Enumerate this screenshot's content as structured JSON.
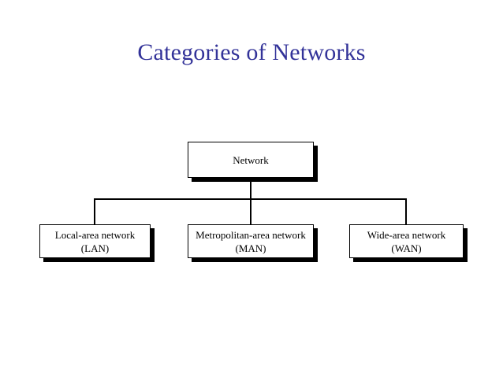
{
  "slide": {
    "title": "Categories of Networks",
    "title_color": "#333399",
    "background_color": "#ffffff"
  },
  "diagram": {
    "type": "hierarchy",
    "shadow_color": "#000000",
    "border_color": "#000000",
    "root": {
      "id": "network",
      "label": "Network"
    },
    "children": [
      {
        "id": "lan",
        "label": "Local-area network\n(LAN)",
        "line1": "Local-area network",
        "line2": "(LAN)",
        "abbr": "LAN"
      },
      {
        "id": "man",
        "label": "Metropolitan-area network\n(MAN)",
        "line1": "Metropolitan-area network",
        "line2": "(MAN)",
        "abbr": "MAN"
      },
      {
        "id": "wan",
        "label": "Wide-area network\n(WAN)",
        "line1": "Wide-area network",
        "line2": "(WAN)",
        "abbr": "WAN"
      }
    ]
  }
}
